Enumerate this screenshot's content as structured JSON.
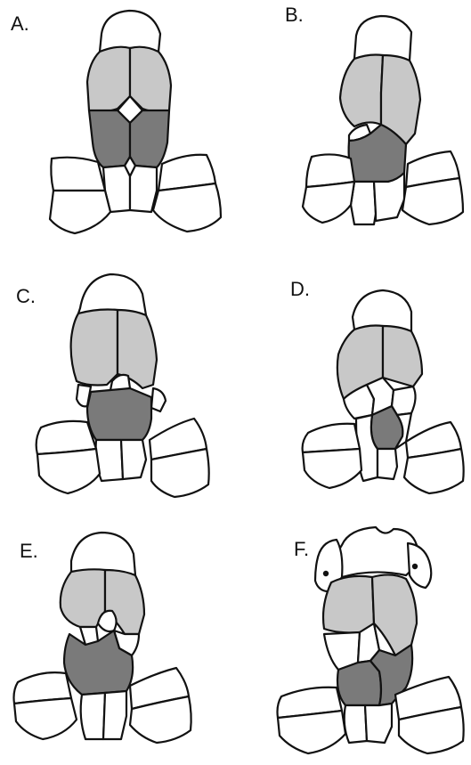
{
  "figure": {
    "panels": [
      {
        "id": "A",
        "label": "A."
      },
      {
        "id": "B",
        "label": "B."
      },
      {
        "id": "C",
        "label": "C."
      },
      {
        "id": "D",
        "label": "D."
      },
      {
        "id": "E",
        "label": "E."
      },
      {
        "id": "F",
        "label": "F."
      }
    ]
  },
  "colors": {
    "light_plate": "#c8c8c8",
    "dark_plate": "#7a7a7a",
    "outline": "#111111",
    "background": "#ffffff"
  }
}
